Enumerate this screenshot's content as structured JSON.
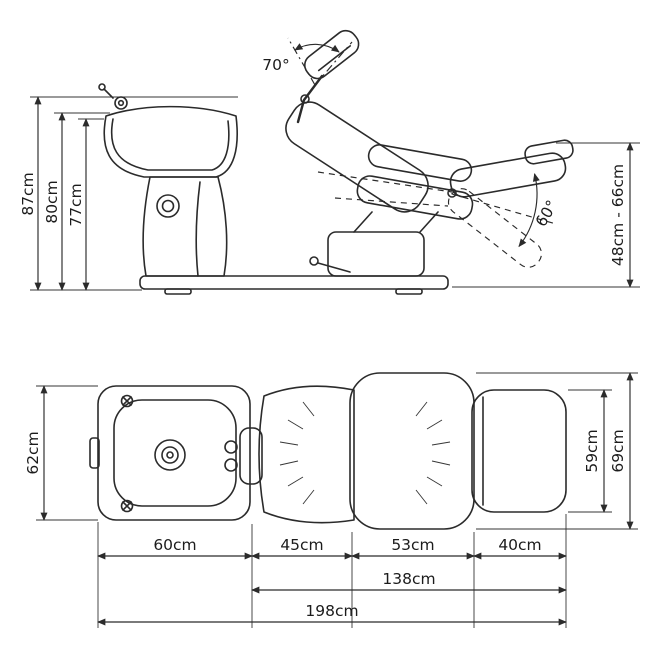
{
  "drawing": {
    "background_color": "#ffffff",
    "stroke_color": "#2b2b2b",
    "text_color": "#1c1c1c",
    "side_view": {
      "height_dims": [
        "87cm",
        "80cm",
        "77cm"
      ],
      "headrest_angle": "70°",
      "legrest_angle": "60°",
      "legrest_height_range": "48cm - 66cm"
    },
    "plan_view": {
      "basin_width": "62cm",
      "legrest_width": "59cm",
      "seat_width": "69cm",
      "segment_lengths": [
        "60cm",
        "45cm",
        "53cm",
        "40cm"
      ],
      "chair_length": "138cm",
      "total_length": "198cm"
    }
  }
}
